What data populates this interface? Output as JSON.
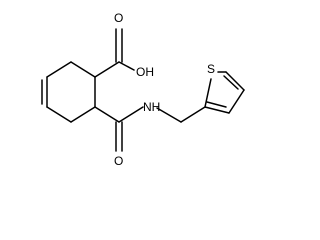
{
  "molecule": {
    "atoms": {
      "hydroxyl": "OH",
      "carbonyl_acid_oxygen": "O",
      "carbonyl_amide_oxygen": "O",
      "amide_nitrogen": "NH",
      "thiophene_sulfur": "S"
    }
  }
}
